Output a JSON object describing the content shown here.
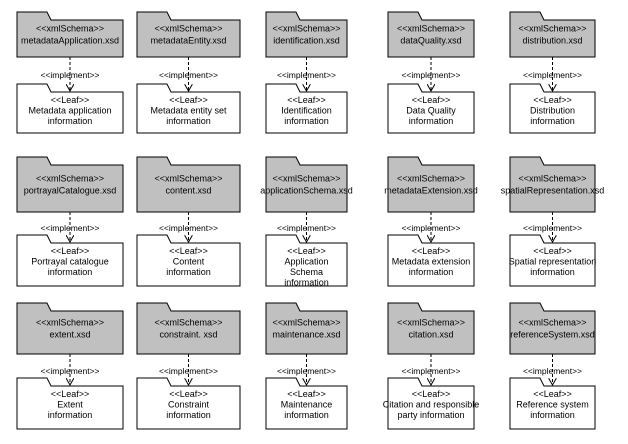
{
  "colors": {
    "schema_fill": "#c0c0c0",
    "leaf_fill": "#ffffff",
    "stroke": "#000000",
    "text": "#000000"
  },
  "relationship_label": "<<implement>>",
  "schema_stereotype": "<<xmlSchema>>",
  "leaf_stereotype": "<<Leaf>>",
  "packages": [
    {
      "schema": "metadataApplication.xsd",
      "leaf": [
        "Metadata application",
        "information"
      ]
    },
    {
      "schema": "metadataEntity.xsd",
      "leaf": [
        "Metadata entity set",
        "information"
      ]
    },
    {
      "schema": "identification.xsd",
      "leaf": [
        "Identification",
        "information"
      ]
    },
    {
      "schema": "dataQuality.xsd",
      "leaf": [
        "Data Quality",
        "information"
      ]
    },
    {
      "schema": "distribution.xsd",
      "leaf": [
        "Distribution",
        "information"
      ]
    },
    {
      "schema": "portrayalCatalogue.xsd",
      "leaf": [
        "Portrayal catalogue",
        "information"
      ]
    },
    {
      "schema": "content.xsd",
      "leaf": [
        "Content",
        "information"
      ]
    },
    {
      "schema": "applicationSchema.xsd",
      "leaf": [
        "Application",
        "Schema",
        "information"
      ]
    },
    {
      "schema": "metadataExtension.xsd",
      "leaf": [
        "Metadata extension",
        "information"
      ]
    },
    {
      "schema": "spatialRepresentation.xsd",
      "leaf": [
        "Spatial representation",
        "information"
      ]
    },
    {
      "schema": "extent.xsd",
      "leaf": [
        "Extent",
        "information"
      ]
    },
    {
      "schema": "constraint. xsd",
      "leaf": [
        "Constraint",
        "information"
      ]
    },
    {
      "schema": "maintenance.xsd",
      "leaf": [
        "Maintenance",
        "information"
      ]
    },
    {
      "schema": "citation.xsd",
      "leaf": [
        "Citation and responsible",
        "party information"
      ]
    },
    {
      "schema": "referenceSystem.xsd",
      "leaf": [
        "Reference system",
        "information"
      ]
    }
  ]
}
